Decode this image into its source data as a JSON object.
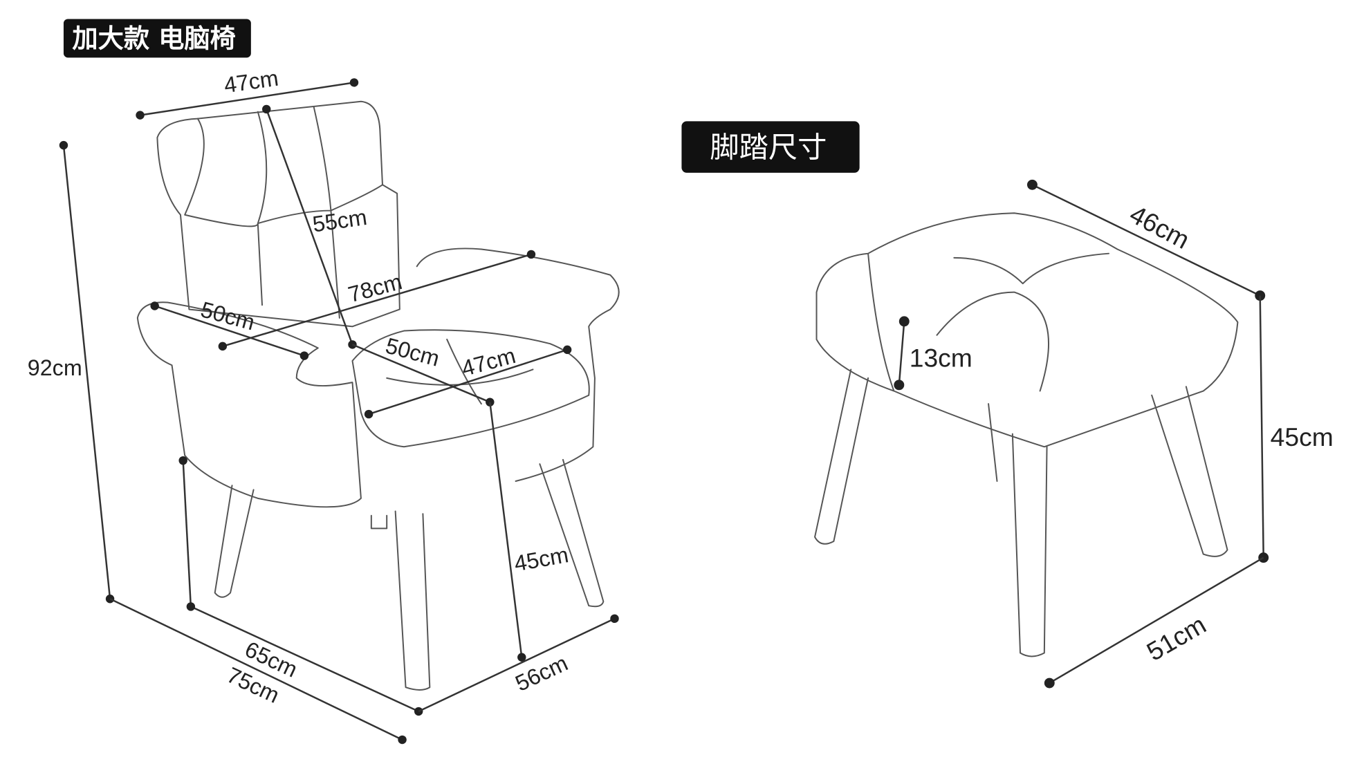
{
  "chair": {
    "title": "加大款  电脑椅",
    "dimensions": {
      "back_width": "47cm",
      "back_height": "55cm",
      "total_width": "78cm",
      "arm_length": "50cm",
      "seat_depth": "50cm",
      "seat_width": "47cm",
      "total_height": "92cm",
      "seat_height": "45cm",
      "depth_inner": "65cm",
      "depth_total": "75cm",
      "base_width": "56cm"
    }
  },
  "ottoman": {
    "title": "脚踏尺寸",
    "dimensions": {
      "width": "46cm",
      "cushion_thickness": "13cm",
      "height": "45cm",
      "depth": "51cm"
    }
  }
}
